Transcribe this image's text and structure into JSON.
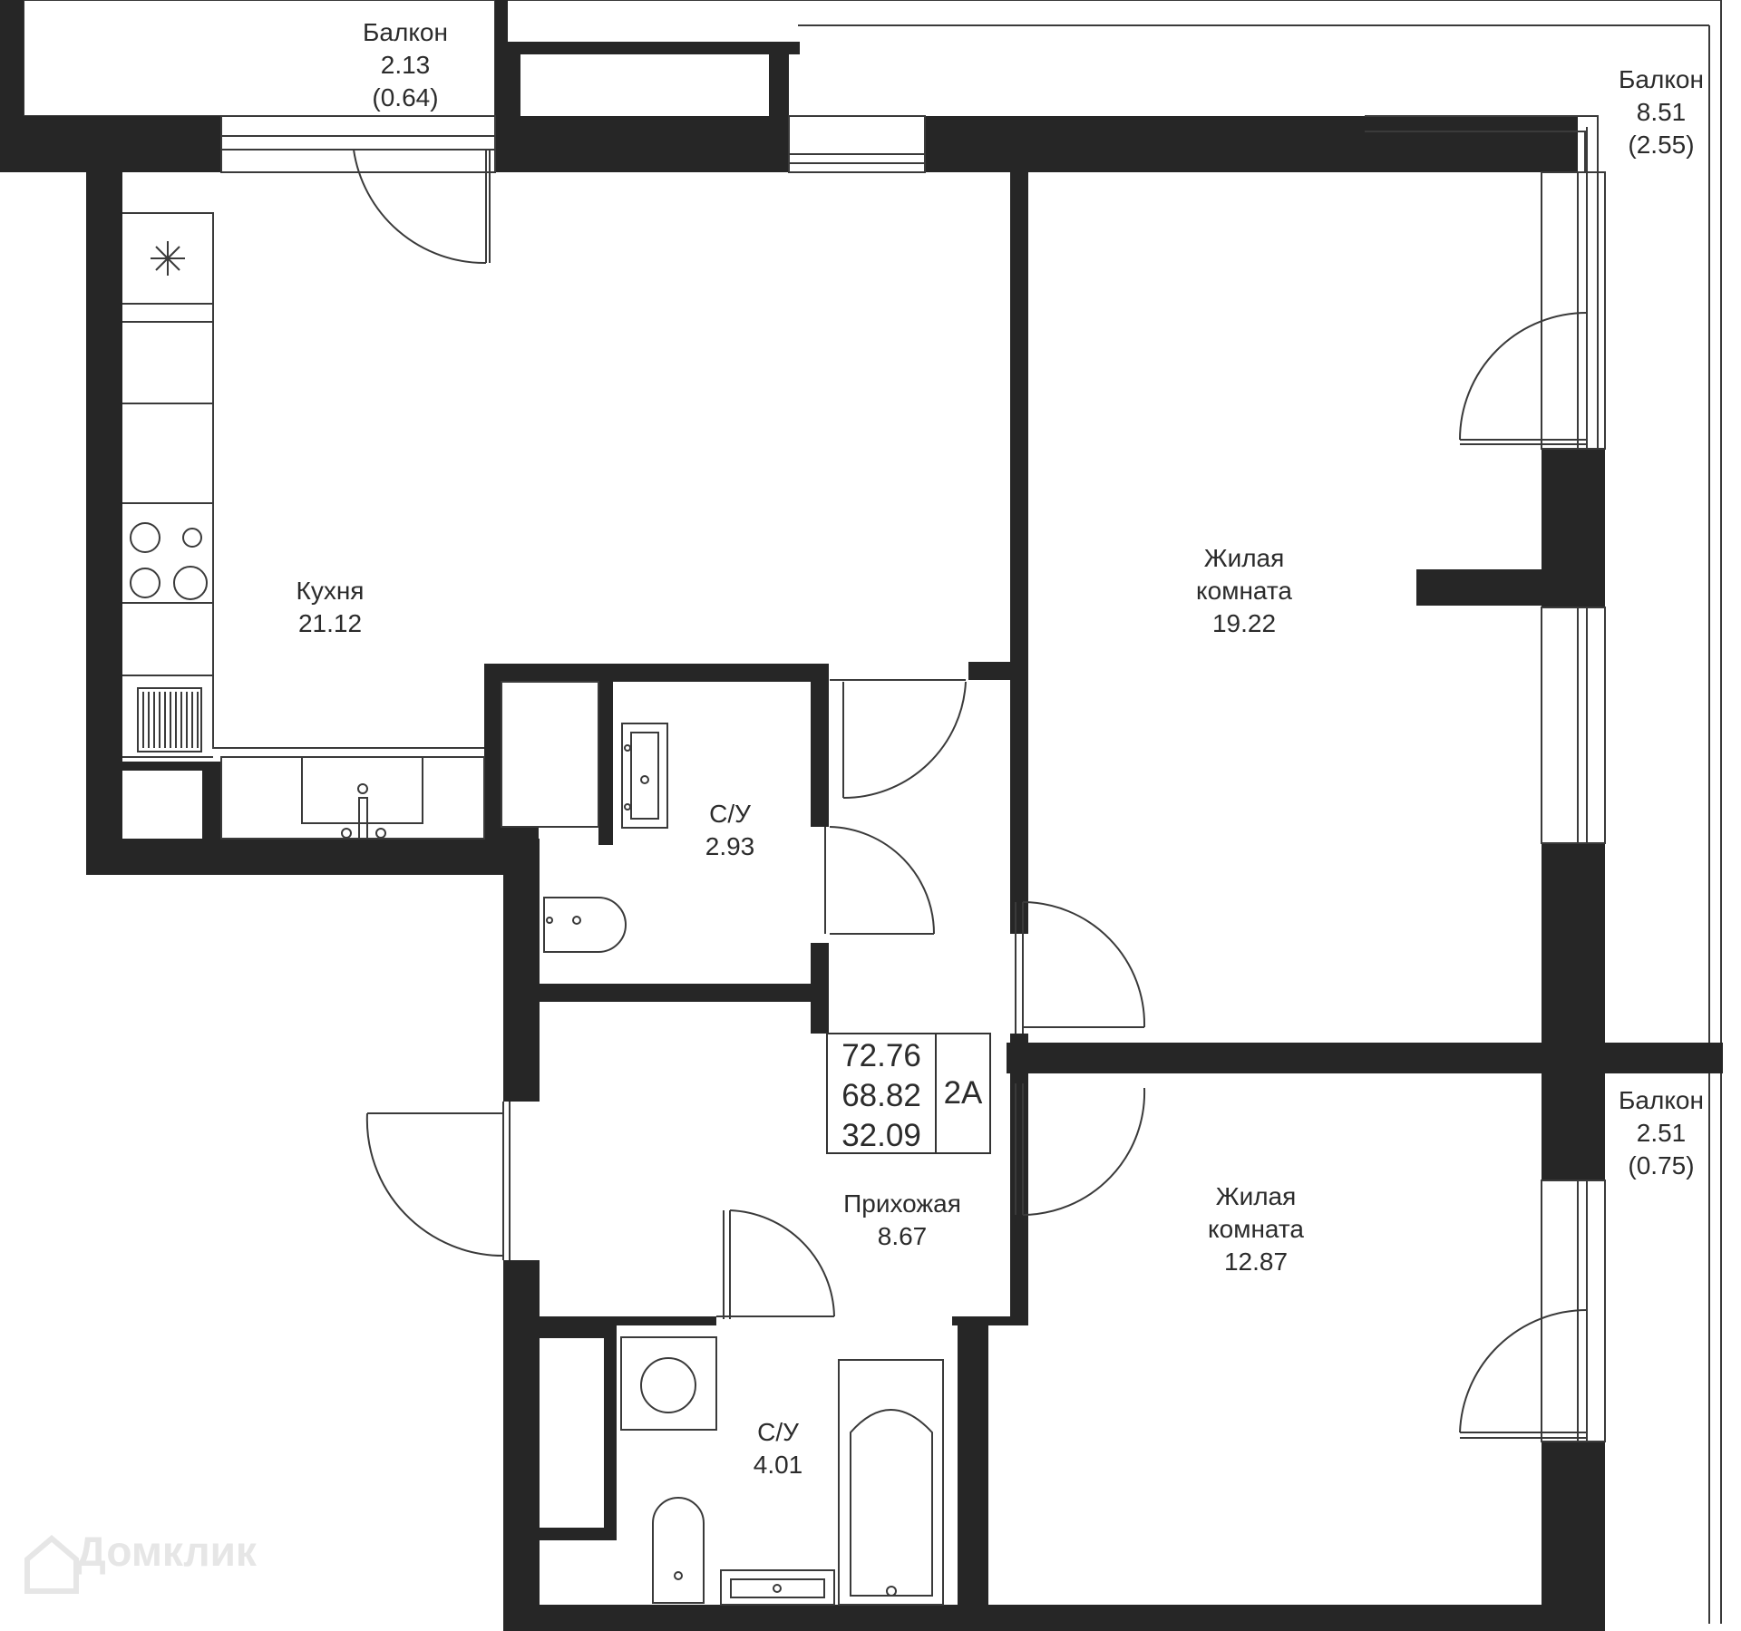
{
  "rooms": [
    {
      "id": "balcony-top",
      "name": "Балкон",
      "area": "2.13",
      "extra": "(0.64)"
    },
    {
      "id": "balcony-right-top",
      "name": "Балкон",
      "area": "8.51",
      "extra": "(2.55)"
    },
    {
      "id": "kitchen",
      "name": "Кухня",
      "area": "21.12"
    },
    {
      "id": "living-room-1",
      "name": "Жилая комната",
      "name_line1": "Жилая",
      "name_line2": "комната",
      "area": "19.22"
    },
    {
      "id": "bathroom-1",
      "name": "С/У",
      "area": "2.93"
    },
    {
      "id": "balcony-right-bottom",
      "name": "Балкон",
      "area": "2.51",
      "extra": "(0.75)"
    },
    {
      "id": "living-room-2",
      "name": "Жилая комната",
      "name_line1": "Жилая",
      "name_line2": "комната",
      "area": "12.87"
    },
    {
      "id": "hallway",
      "name": "Прихожая",
      "area": "8.67"
    },
    {
      "id": "bathroom-2",
      "name": "С/У",
      "area": "4.01"
    }
  ],
  "summary": {
    "total_area": "72.76",
    "area_without_balconies": "68.82",
    "living_area": "32.09",
    "apartment_type": "2А"
  },
  "watermark": "Домклик",
  "colors": {
    "wall": "#262626",
    "line": "#3a3a3a",
    "text": "#2b2b2b"
  },
  "icons": [
    "house-logo-icon",
    "exhaust-fan-icon",
    "stove-icon",
    "sink-icon",
    "dishwasher-icon",
    "toilet-icon",
    "bathtub-icon",
    "washing-machine-icon"
  ]
}
